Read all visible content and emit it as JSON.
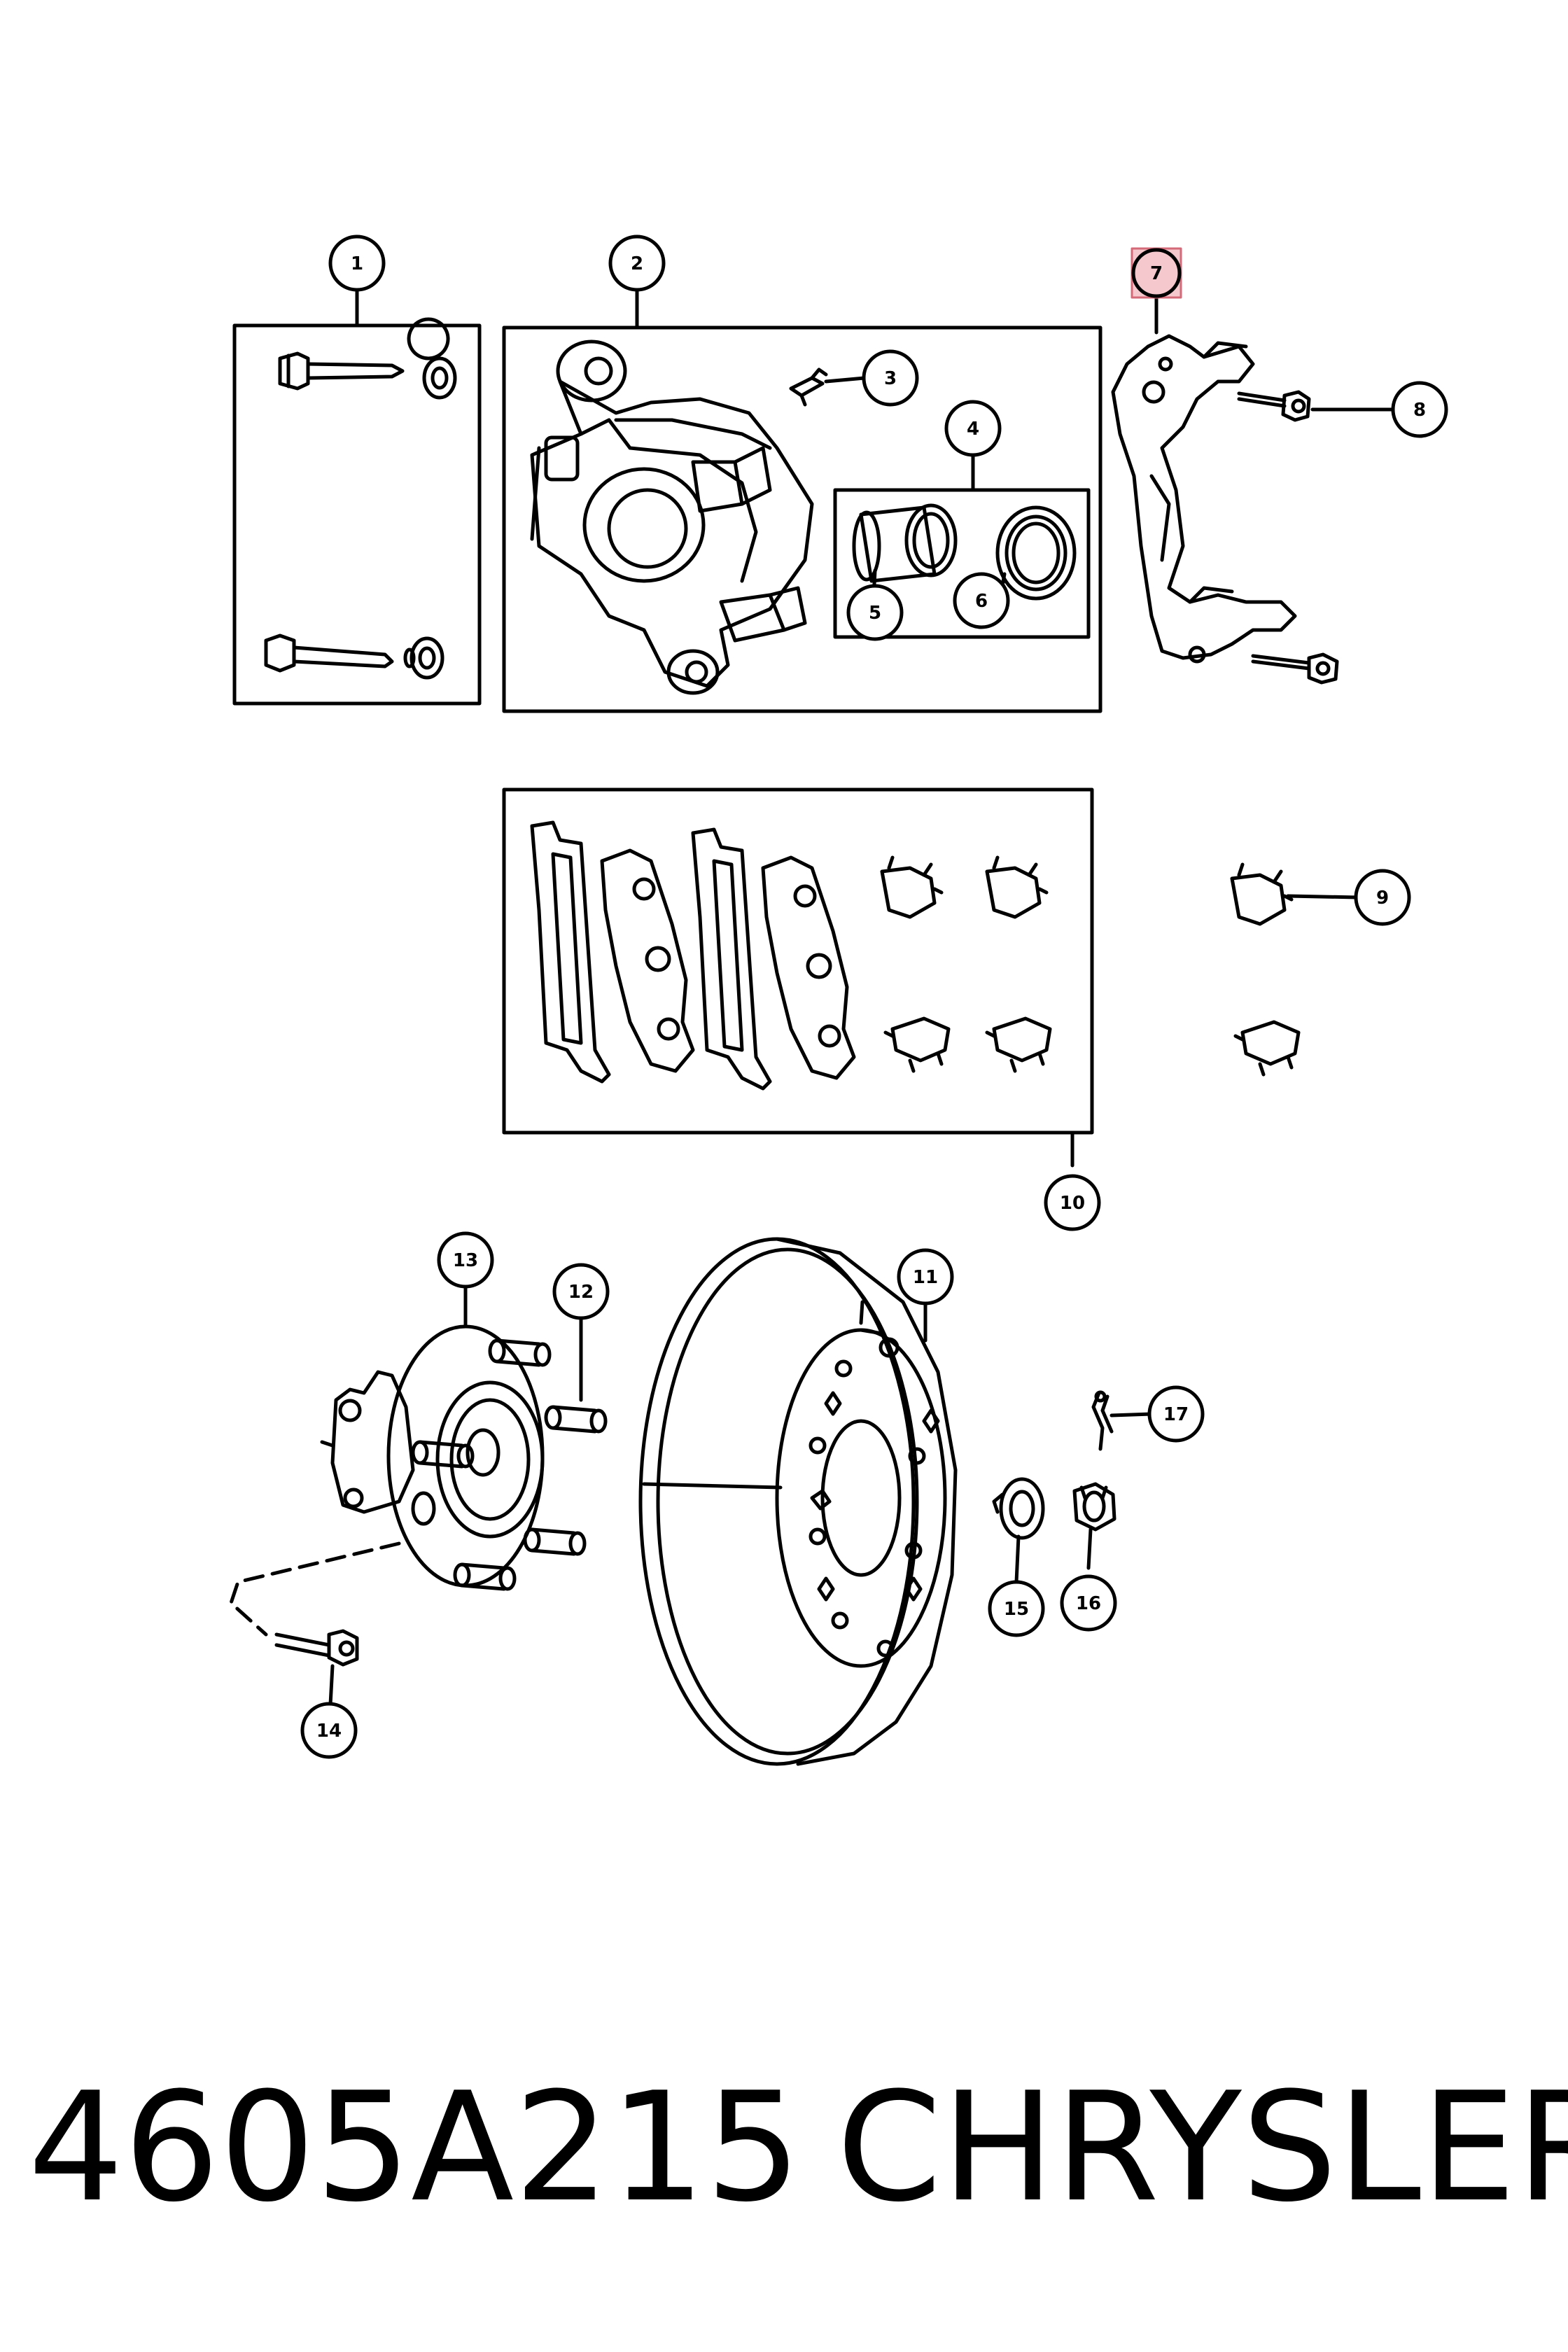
{
  "footer": {
    "part_number": "4605A215",
    "manufacturer": "CHRYSLER"
  },
  "highlighted_callout": "7",
  "highlight_color": "#e8a0a8",
  "callouts": [
    {
      "label": "1",
      "name": "callout-1-guide-pin-bolts"
    },
    {
      "label": "2",
      "name": "callout-2-caliper"
    },
    {
      "label": "3",
      "name": "callout-3-bleeder-screw"
    },
    {
      "label": "4",
      "name": "callout-4-piston-seal-kit"
    },
    {
      "label": "5",
      "name": "callout-5-piston"
    },
    {
      "label": "6",
      "name": "callout-6-piston-seal"
    },
    {
      "label": "7",
      "name": "callout-7-caliper-adapter"
    },
    {
      "label": "8",
      "name": "callout-8-adapter-bolt"
    },
    {
      "label": "9",
      "name": "callout-9-pad-clip"
    },
    {
      "label": "10",
      "name": "callout-10-brake-pad-kit"
    },
    {
      "label": "11",
      "name": "callout-11-brake-rotor"
    },
    {
      "label": "12",
      "name": "callout-12-wheel-stud"
    },
    {
      "label": "13",
      "name": "callout-13-hub-bearing"
    },
    {
      "label": "14",
      "name": "callout-14-hub-bolt"
    },
    {
      "label": "15",
      "name": "callout-15-washer"
    },
    {
      "label": "16",
      "name": "callout-16-nut"
    },
    {
      "label": "17",
      "name": "callout-17-cotter-pin"
    }
  ]
}
